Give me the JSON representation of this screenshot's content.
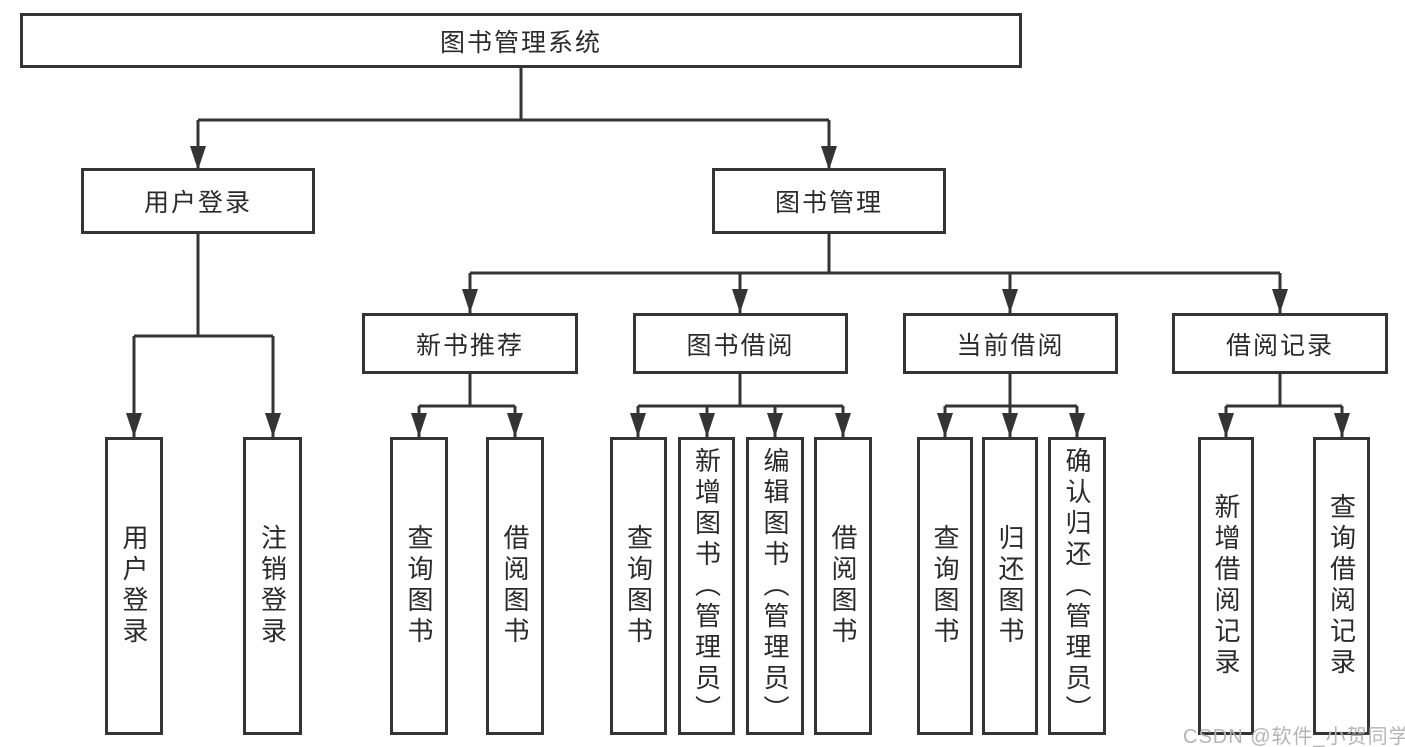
{
  "diagram": {
    "root": {
      "label": "图书管理系统"
    },
    "level2": [
      {
        "label": "用户登录",
        "parent": "图书管理系统"
      },
      {
        "label": "图书管理",
        "parent": "图书管理系统"
      }
    ],
    "level3": [
      {
        "label": "新书推荐",
        "parent": "图书管理"
      },
      {
        "label": "图书借阅",
        "parent": "图书管理"
      },
      {
        "label": "当前借阅",
        "parent": "图书管理"
      },
      {
        "label": "借阅记录",
        "parent": "图书管理"
      }
    ],
    "leaves": [
      {
        "label": "用户登录",
        "parent": "用户登录"
      },
      {
        "label": "注销登录",
        "parent": "用户登录"
      },
      {
        "label": "查询图书",
        "parent": "新书推荐"
      },
      {
        "label": "借阅图书",
        "parent": "新书推荐"
      },
      {
        "label": "查询图书",
        "parent": "图书借阅"
      },
      {
        "label": "新增图书（管理员）",
        "parent": "图书借阅"
      },
      {
        "label": "编辑图书（管理员）",
        "parent": "图书借阅"
      },
      {
        "label": "借阅图书",
        "parent": "图书借阅"
      },
      {
        "label": "查询图书",
        "parent": "当前借阅"
      },
      {
        "label": "归还图书",
        "parent": "当前借阅"
      },
      {
        "label": "确认归还（管理员）",
        "parent": "当前借阅"
      },
      {
        "label": "新增借阅记录",
        "parent": "借阅记录"
      },
      {
        "label": "查询借阅记录",
        "parent": "借阅记录"
      }
    ],
    "watermark": "CSDN @软件_小贺同学",
    "colors": {
      "line": "#343434",
      "text": "#2b2b2b",
      "watermark": "#b5b5b5",
      "background": "#ffffff"
    }
  }
}
